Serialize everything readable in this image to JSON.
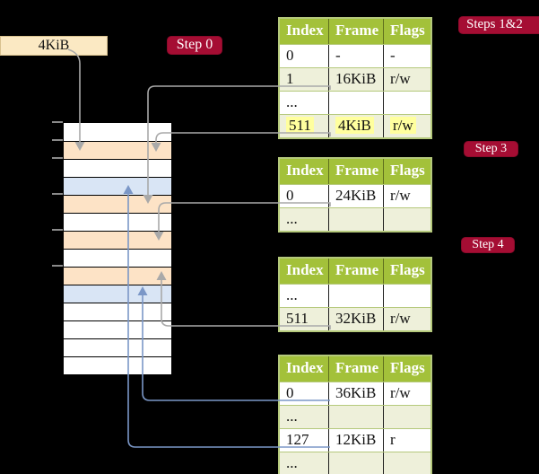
{
  "colors": {
    "table_header_green": "#a3c13a",
    "table_row_green": "#eef0da",
    "table_border_olive": "#b5c97c",
    "memory_frame_peach": "#fde3c6",
    "memory_frame_blue": "#d9e5f5",
    "root_box_wheat": "#fbe9c3",
    "badge_crimson": "#a50d33",
    "highlight_yellow": "#ffff9e",
    "arrow_gray": "#a9a9a9",
    "arrow_blue": "#7b97c7"
  },
  "root_pointer": {
    "label": "4KiB"
  },
  "step_badges": {
    "step0": "Step 0",
    "steps12": "Steps 1&2",
    "step3": "Step 3",
    "step4": "Step 4"
  },
  "memory": {
    "row_fills": [
      "white",
      "peach",
      "white",
      "blue",
      "peach",
      "white",
      "peach",
      "white",
      "peach",
      "blue",
      "white",
      "white",
      "white",
      "white"
    ]
  },
  "tables": [
    {
      "id": "page-table-steps-1-2",
      "headers": [
        "Index",
        "Frame",
        "Flags"
      ],
      "rows": [
        {
          "cells": [
            "0",
            "-",
            "-"
          ],
          "shaded": false,
          "highlighted": false
        },
        {
          "cells": [
            "1",
            "16KiB",
            "r/w"
          ],
          "shaded": true,
          "highlighted": false
        },
        {
          "cells": [
            "...",
            "",
            ""
          ],
          "shaded": false,
          "highlighted": false
        },
        {
          "cells": [
            "511",
            "4KiB",
            "r/w"
          ],
          "shaded": true,
          "highlighted": true
        }
      ]
    },
    {
      "id": "page-table-step-3",
      "headers": [
        "Index",
        "Frame",
        "Flags"
      ],
      "rows": [
        {
          "cells": [
            "0",
            "24KiB",
            "r/w"
          ],
          "shaded": false,
          "highlighted": false
        },
        {
          "cells": [
            "...",
            "",
            ""
          ],
          "shaded": true,
          "highlighted": false
        }
      ]
    },
    {
      "id": "page-table-step-4",
      "headers": [
        "Index",
        "Frame",
        "Flags"
      ],
      "rows": [
        {
          "cells": [
            "...",
            "",
            ""
          ],
          "shaded": false,
          "highlighted": false
        },
        {
          "cells": [
            "511",
            "32KiB",
            "r/w"
          ],
          "shaded": true,
          "highlighted": false
        }
      ]
    },
    {
      "id": "page-table-final",
      "headers": [
        "Index",
        "Frame",
        "Flags"
      ],
      "rows": [
        {
          "cells": [
            "0",
            "36KiB",
            "r/w"
          ],
          "shaded": false,
          "highlighted": false
        },
        {
          "cells": [
            "...",
            "",
            ""
          ],
          "shaded": true,
          "highlighted": false
        },
        {
          "cells": [
            "127",
            "12KiB",
            "r"
          ],
          "shaded": false,
          "highlighted": false
        },
        {
          "cells": [
            "...",
            "",
            ""
          ],
          "shaded": true,
          "highlighted": false
        }
      ]
    }
  ]
}
